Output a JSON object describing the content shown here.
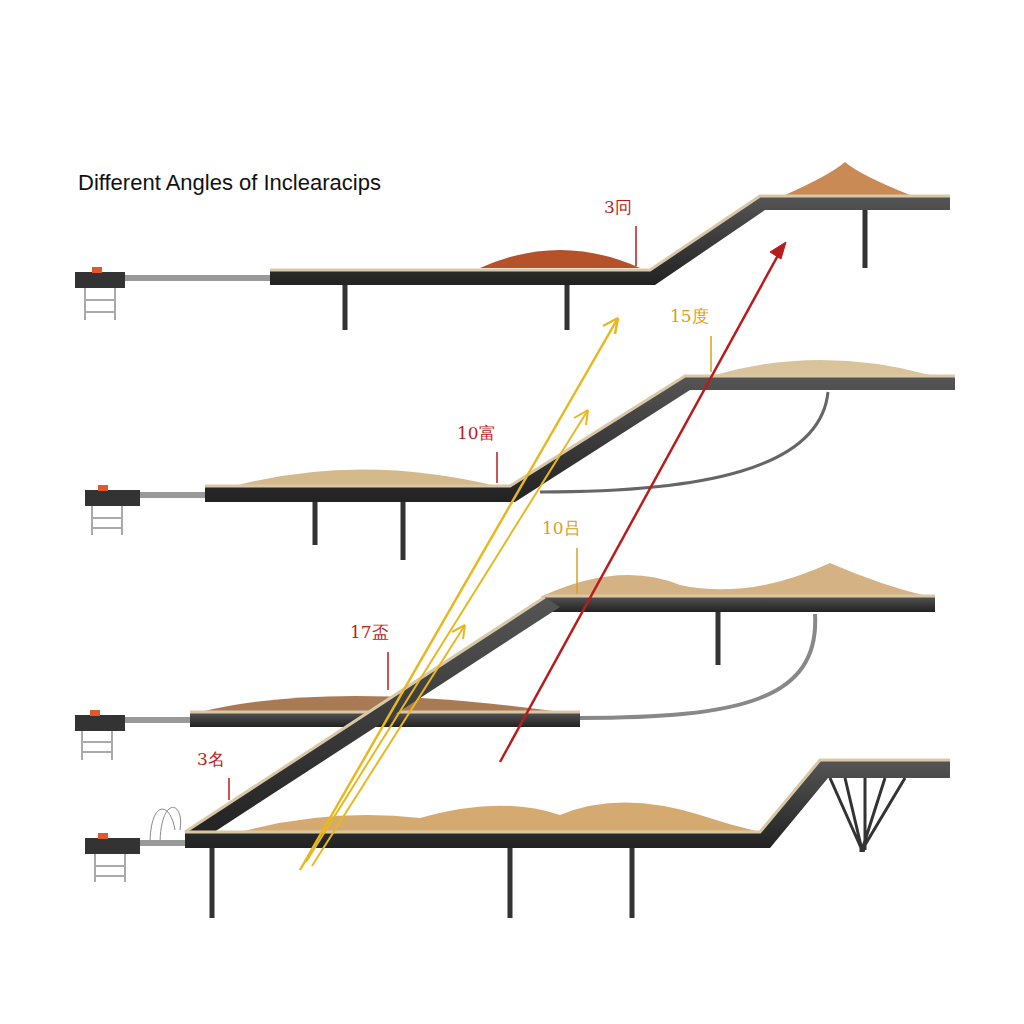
{
  "diagram": {
    "title": "Different Angles of Inclearacips",
    "labels": [
      "3冋",
      "15度",
      "10富",
      "10吕",
      "17盃",
      "3名"
    ]
  }
}
